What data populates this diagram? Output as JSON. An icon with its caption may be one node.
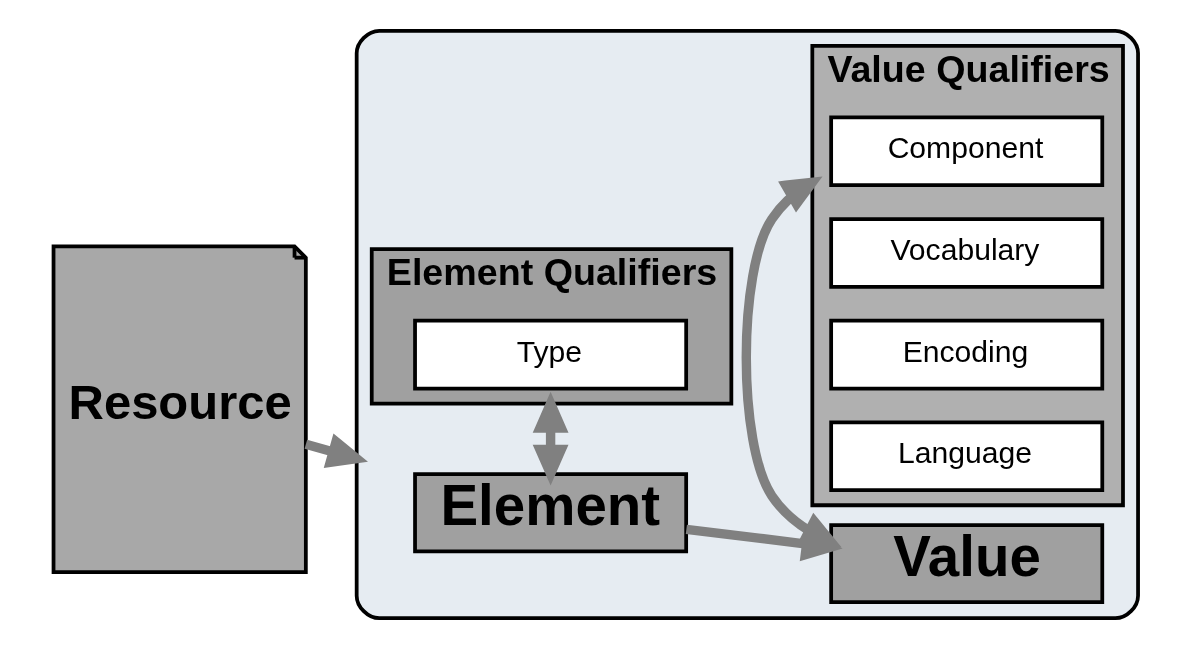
{
  "diagram": {
    "nodes": [
      {
        "text": [
          "Resource"
        ]
      },
      {
        "text": [],
        "shape": "box"
      },
      {
        "text": [
          "Element"
        ],
        "in": 1
      },
      {
        "text": [
          "Value"
        ],
        "in": 1
      },
      {
        "text": [
          "Element Qualifiers"
        ],
        "in": 1
      },
      {
        "text": [
          "Type"
        ],
        "in": 4
      },
      {
        "text": [
          "Value Qualifiers"
        ],
        "in": 1
      },
      {
        "text": [
          "Component"
        ],
        "in": 6
      },
      {
        "text": [
          "Vocabulary"
        ],
        "in": 6
      },
      {
        "text": [
          "Encoding"
        ],
        "in": 6
      },
      {
        "text": [
          "Language"
        ],
        "in": 6
      }
    ],
    "edges": [
      {
        "from": 0,
        "to": 1,
        "arrow": "to"
      },
      {
        "from": 2,
        "to": 3,
        "arrow": "to"
      },
      {
        "from": 4,
        "to": 2,
        "arrow": "both"
      },
      {
        "from": 6,
        "to": 3,
        "arrow": "both"
      }
    ]
  }
}
